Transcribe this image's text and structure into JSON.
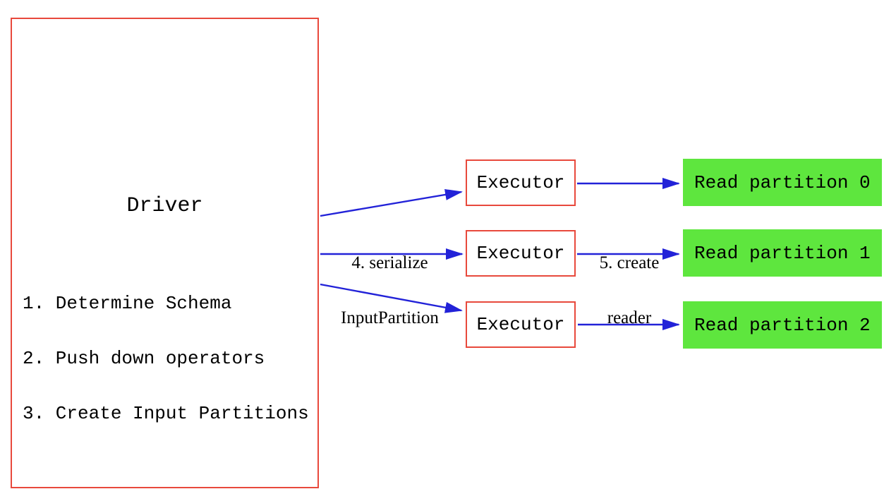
{
  "diagram": {
    "driver": {
      "title": "Driver",
      "steps": [
        "1. Determine Schema",
        "2. Push down operators",
        "3. Create Input Partitions"
      ]
    },
    "executors": [
      {
        "label": "Executor"
      },
      {
        "label": "Executor"
      },
      {
        "label": "Executor"
      }
    ],
    "partitions": [
      {
        "label": "Read partition 0"
      },
      {
        "label": "Read partition 1"
      },
      {
        "label": "Read partition 2"
      }
    ],
    "edge_labels": {
      "serialize": {
        "line1": "4. serialize",
        "line2": "InputPartition"
      },
      "create_reader": {
        "line1": "5. create",
        "line2": "reader"
      }
    },
    "colors": {
      "box_border_red": "#e8493c",
      "arrow_blue": "#2222d8",
      "partition_green": "#5ee63e",
      "text_black": "#000000"
    }
  }
}
